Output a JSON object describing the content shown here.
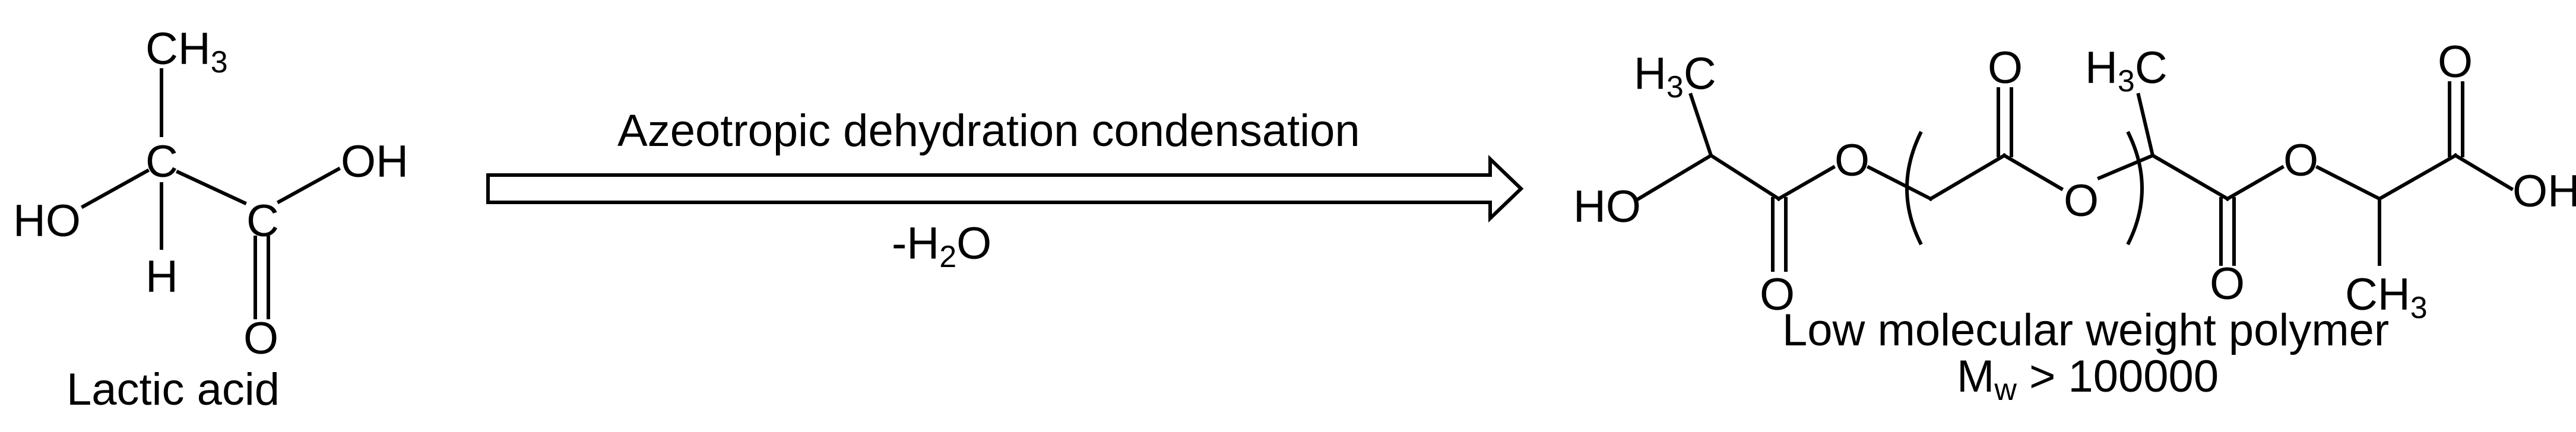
{
  "reactant": {
    "name": "Lactic acid",
    "atoms": {
      "ch3_main": "CH",
      "ch3_sub": "3",
      "carbon_center": "C",
      "oh_left": "HO",
      "h": "H",
      "carbon_carbonyl": "C",
      "oh_right": "OH",
      "o_carbonyl": "O"
    }
  },
  "arrow": {
    "top_label": "Azeotropic dehydration condensation",
    "bottom_main": "-H",
    "bottom_sub": "2",
    "bottom_tail": "O"
  },
  "product": {
    "name": "Low molecular weight polymer",
    "mw_main": "M",
    "mw_sub": "w",
    "mw_value": " > 100000",
    "atoms": {
      "h3c_left_h": "H",
      "h3c_left_sub": "3",
      "h3c_left_c": "C",
      "ho_terminal": "HO",
      "o_ester1": "O",
      "o_carbonyl1": "O",
      "o_carbonyl_repeat": "O",
      "o_ester_repeat": "O",
      "h3c_mid_h": "H",
      "h3c_mid_sub": "3",
      "h3c_mid_c": "C",
      "o_carbonyl2": "O",
      "o_ester2": "O",
      "o_carbonyl3": "O",
      "oh_terminal": "OH",
      "ch3_bottom": "CH",
      "ch3_bottom_sub": "3"
    }
  }
}
